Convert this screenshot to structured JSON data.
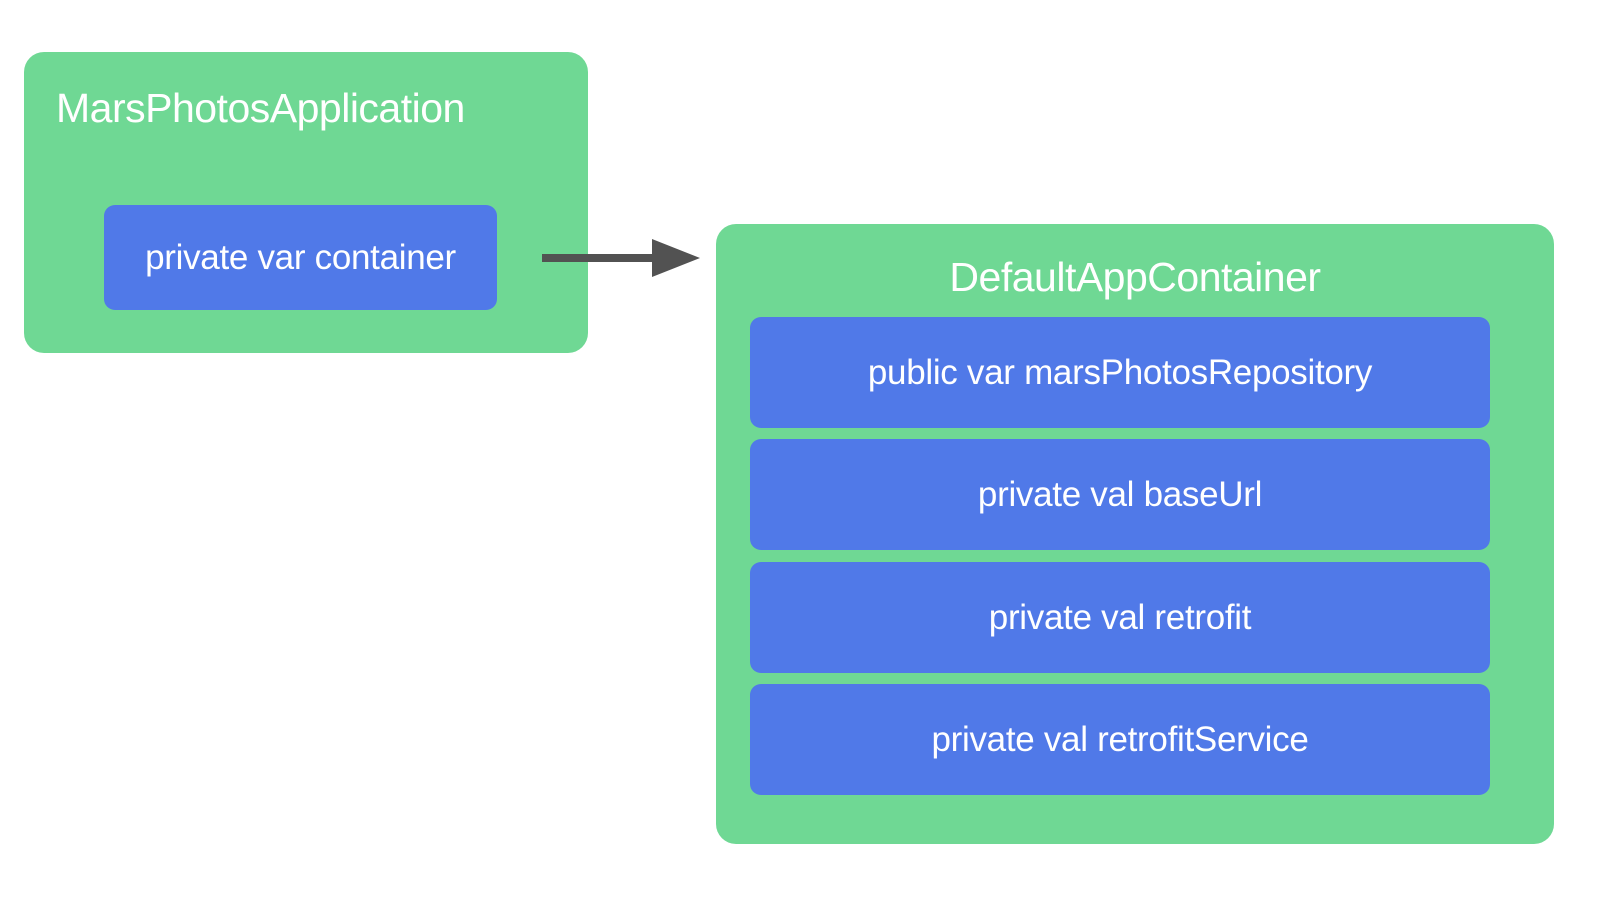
{
  "diagram": {
    "type": "class-dependency-diagram",
    "background_color": "#ffffff",
    "colors": {
      "container": "#6FD894",
      "member": "#5079E8",
      "text": "#ffffff",
      "arrow": "#525252"
    },
    "nodes": [
      {
        "id": "app",
        "title": "MarsPhotosApplication",
        "members": [
          {
            "id": "container",
            "label": "private var container"
          }
        ]
      },
      {
        "id": "default-app-container",
        "title": "DefaultAppContainer",
        "members": [
          {
            "id": "repository",
            "label": "public var marsPhotosRepository"
          },
          {
            "id": "baseurl",
            "label": "private val baseUrl"
          },
          {
            "id": "retrofit",
            "label": "private val retrofit"
          },
          {
            "id": "retrofitservice",
            "label": "private val retrofitService"
          }
        ]
      }
    ],
    "edges": [
      {
        "id": "container-to-default-app-container",
        "from": "app.container",
        "to": "default-app-container",
        "style": "solid-arrow",
        "label": ""
      }
    ]
  }
}
